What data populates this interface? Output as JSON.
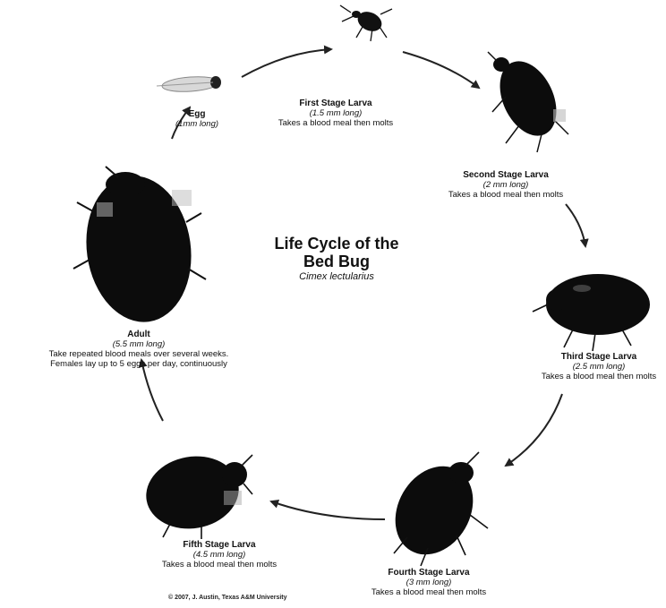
{
  "title": {
    "line1": "Life Cycle of the",
    "line2": "Bed Bug",
    "species": "Cimex lectularius"
  },
  "stages": {
    "egg": {
      "name": "Egg",
      "size": "(1mm long)"
    },
    "first": {
      "name": "First Stage Larva",
      "size": "(1.5 mm long)",
      "desc": "Takes a blood meal then molts"
    },
    "second": {
      "name": "Second Stage Larva",
      "size": "(2 mm long)",
      "desc": "Takes a blood meal then molts"
    },
    "third": {
      "name": "Third Stage Larva",
      "size": "(2.5 mm long)",
      "desc": "Takes a blood meal then molts"
    },
    "fourth": {
      "name": "Fourth Stage Larva",
      "size": "(3 mm long)",
      "desc": "Takes a blood meal then molts"
    },
    "fifth": {
      "name": "Fifth Stage Larva",
      "size": "(4.5 mm long)",
      "desc": "Takes a blood meal then molts"
    },
    "adult": {
      "name": "Adult",
      "size": "(5.5 mm long)",
      "desc1": "Take repeated blood meals over several weeks.",
      "desc2": "Females lay up to 5 eggs per day, continuously"
    }
  },
  "credit": "© 2007, J. Austin, Texas A&M University",
  "icons": [
    "egg-image",
    "first-stage-larva-image",
    "second-stage-larva-image",
    "third-stage-larva-image",
    "fourth-stage-larva-image",
    "fifth-stage-larva-image",
    "adult-bed-bug-image",
    "cycle-arrow"
  ],
  "colors": {
    "bug": "#0c0c0c",
    "background": "#ffffff",
    "text": "#111111"
  }
}
